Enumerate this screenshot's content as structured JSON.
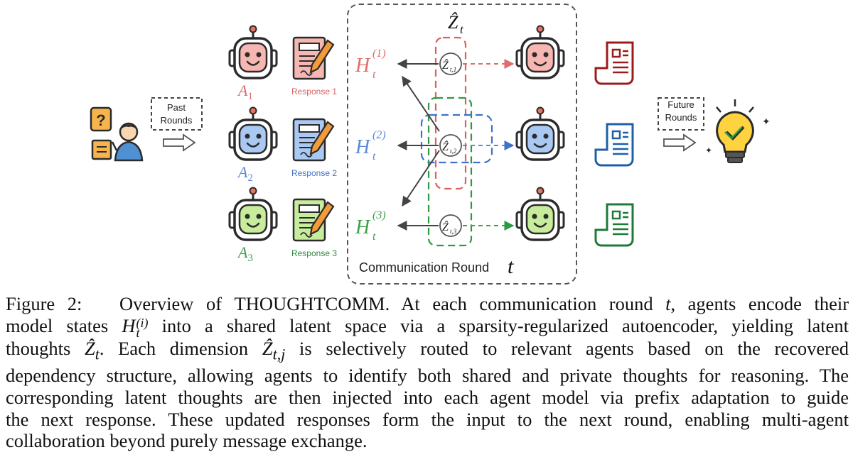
{
  "figure": {
    "past_rounds_label": [
      "Past",
      "Rounds"
    ],
    "future_rounds_label": [
      "Future",
      "Rounds"
    ],
    "agents": [
      {
        "label": "A",
        "sub": "1",
        "color": "#e06c6c",
        "fill": "#f6b7b3",
        "response_label": "Response 1",
        "response_color": "#d95f5f",
        "hidden_state": "H",
        "hidden_index": "(1)",
        "latent": "Ẑ",
        "latent_sub": "t,1",
        "doc_color": "#9e1b1b"
      },
      {
        "label": "A",
        "sub": "2",
        "color": "#5b8ad6",
        "fill": "#a9c8f2",
        "response_label": "Response 2",
        "response_color": "#3f72c8",
        "hidden_state": "H",
        "hidden_index": "(2)",
        "latent": "Ẑ",
        "latent_sub": "t,2",
        "doc_color": "#1f5fa8"
      },
      {
        "label": "A",
        "sub": "3",
        "color": "#3ea04a",
        "fill": "#c6ec9c",
        "response_label": "Response 3",
        "response_color": "#2e8a3a",
        "hidden_state": "H",
        "hidden_index": "(3)",
        "latent": "Ẑ",
        "latent_sub": "t,3",
        "doc_color": "#1e7a38"
      }
    ],
    "latent_group_label": "Ẑ",
    "latent_group_sub": "t",
    "time_sub": "t",
    "round_label": "Communication Round",
    "round_var": "t"
  },
  "caption": {
    "fig_label": "Figure 2:",
    "lines": [
      [
        "Overview of ",
        "THOUGHTCOMM",
        ". At each communication round ",
        "t",
        ", agents encode their"
      ],
      [
        "model states ",
        "H",
        " into a shared latent space via a sparsity-regularized autoencoder, yielding latent"
      ],
      [
        "thoughts ",
        "Ẑ",
        ". Each dimension ",
        "Ẑ",
        " is selectively routed to relevant agents based on the recovered"
      ],
      [
        "dependency structure, allowing agents to identify both shared and private thoughts for reasoning. The"
      ],
      [
        "corresponding latent thoughts are then injected into each agent model via prefix adaptation to guide"
      ],
      [
        "the next response. These updated responses form the input to the next round, enabling multi-agent"
      ],
      [
        "collaboration beyond purely message exchange."
      ]
    ],
    "sub_t": "t",
    "sup_i": "(i)",
    "sub_tj": "t,j"
  }
}
